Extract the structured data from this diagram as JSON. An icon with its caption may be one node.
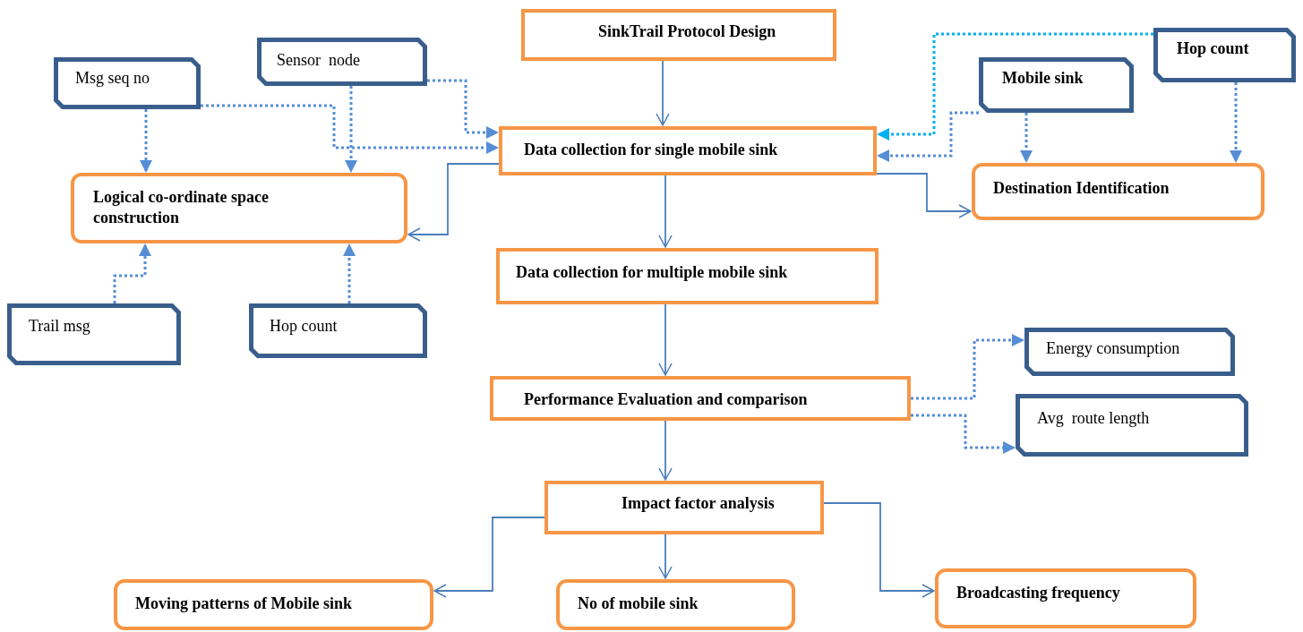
{
  "diagram": {
    "nodes": [
      {
        "text": [
          "SinkTrail Protocol Design"
        ]
      },
      {
        "text": [
          "Msg seq no"
        ]
      },
      {
        "text": [
          "Sensor  node"
        ]
      },
      {
        "text": [
          "Hop count"
        ]
      },
      {
        "text": [
          "Mobile sink"
        ]
      },
      {
        "text": [
          "Data collection for single mobile sink"
        ]
      },
      {
        "text": [
          "Logical co-ordinate space construction"
        ]
      },
      {
        "text": [
          "Destination Identification"
        ]
      },
      {
        "text": [
          "Trail msg"
        ]
      },
      {
        "text": [
          "Hop count"
        ]
      },
      {
        "text": [
          "Data collection for multiple mobile sink"
        ]
      },
      {
        "text": [
          "Energy consumption"
        ]
      },
      {
        "text": [
          "Performance Evaluation and comparison"
        ]
      },
      {
        "text": [
          "Avg  route length"
        ]
      },
      {
        "text": [
          "Impact factor analysis"
        ]
      },
      {
        "text": [
          "Moving patterns of Mobile sink"
        ]
      },
      {
        "text": [
          "No of mobile sink"
        ]
      },
      {
        "text": [
          "Broadcasting frequency"
        ]
      }
    ],
    "edges": [
      {
        "from": 0,
        "to": 5,
        "arrow": "to",
        "color": "#4a7ebb"
      },
      {
        "from": 1,
        "to": 6,
        "arrow": "to",
        "style": "dashed"
      },
      {
        "from": 1,
        "to": 5,
        "arrow": "to",
        "style": "dashed"
      },
      {
        "from": 2,
        "to": 6,
        "arrow": "to",
        "style": "dashed"
      },
      {
        "from": 2,
        "to": 5,
        "arrow": "to",
        "style": "dashed"
      },
      {
        "from": 3,
        "to": 5,
        "arrow": "to",
        "style": "dashed",
        "color": "#00b0f0"
      },
      {
        "from": 4,
        "to": 5,
        "arrow": "to",
        "style": "dashed"
      },
      {
        "from": 4,
        "to": 7,
        "arrow": "to",
        "style": "dashed"
      },
      {
        "from": 3,
        "to": 7,
        "arrow": "to",
        "style": "dashed"
      },
      {
        "from": 5,
        "to": 6,
        "arrow": "to",
        "color": "#4a7ebb"
      },
      {
        "from": 5,
        "to": 7,
        "arrow": "to",
        "color": "#4a7ebb"
      },
      {
        "from": 5,
        "to": 10,
        "arrow": "to",
        "color": "#4a7ebb"
      },
      {
        "from": 8,
        "to": 6,
        "arrow": "to",
        "style": "dashed"
      },
      {
        "from": 9,
        "to": 6,
        "arrow": "to",
        "style": "dashed"
      },
      {
        "from": 10,
        "to": 12,
        "arrow": "to",
        "color": "#4a7ebb"
      },
      {
        "from": 12,
        "to": 11,
        "arrow": "to",
        "style": "dashed"
      },
      {
        "from": 12,
        "to": 13,
        "arrow": "to",
        "style": "dashed"
      },
      {
        "from": 12,
        "to": 14,
        "arrow": "to",
        "color": "#4a7ebb"
      },
      {
        "from": 14,
        "to": 15,
        "arrow": "to",
        "color": "#4a7ebb"
      },
      {
        "from": 14,
        "to": 16,
        "arrow": "to",
        "color": "#4a7ebb"
      },
      {
        "from": 14,
        "to": 17,
        "arrow": "to",
        "color": "#4a7ebb"
      }
    ]
  }
}
